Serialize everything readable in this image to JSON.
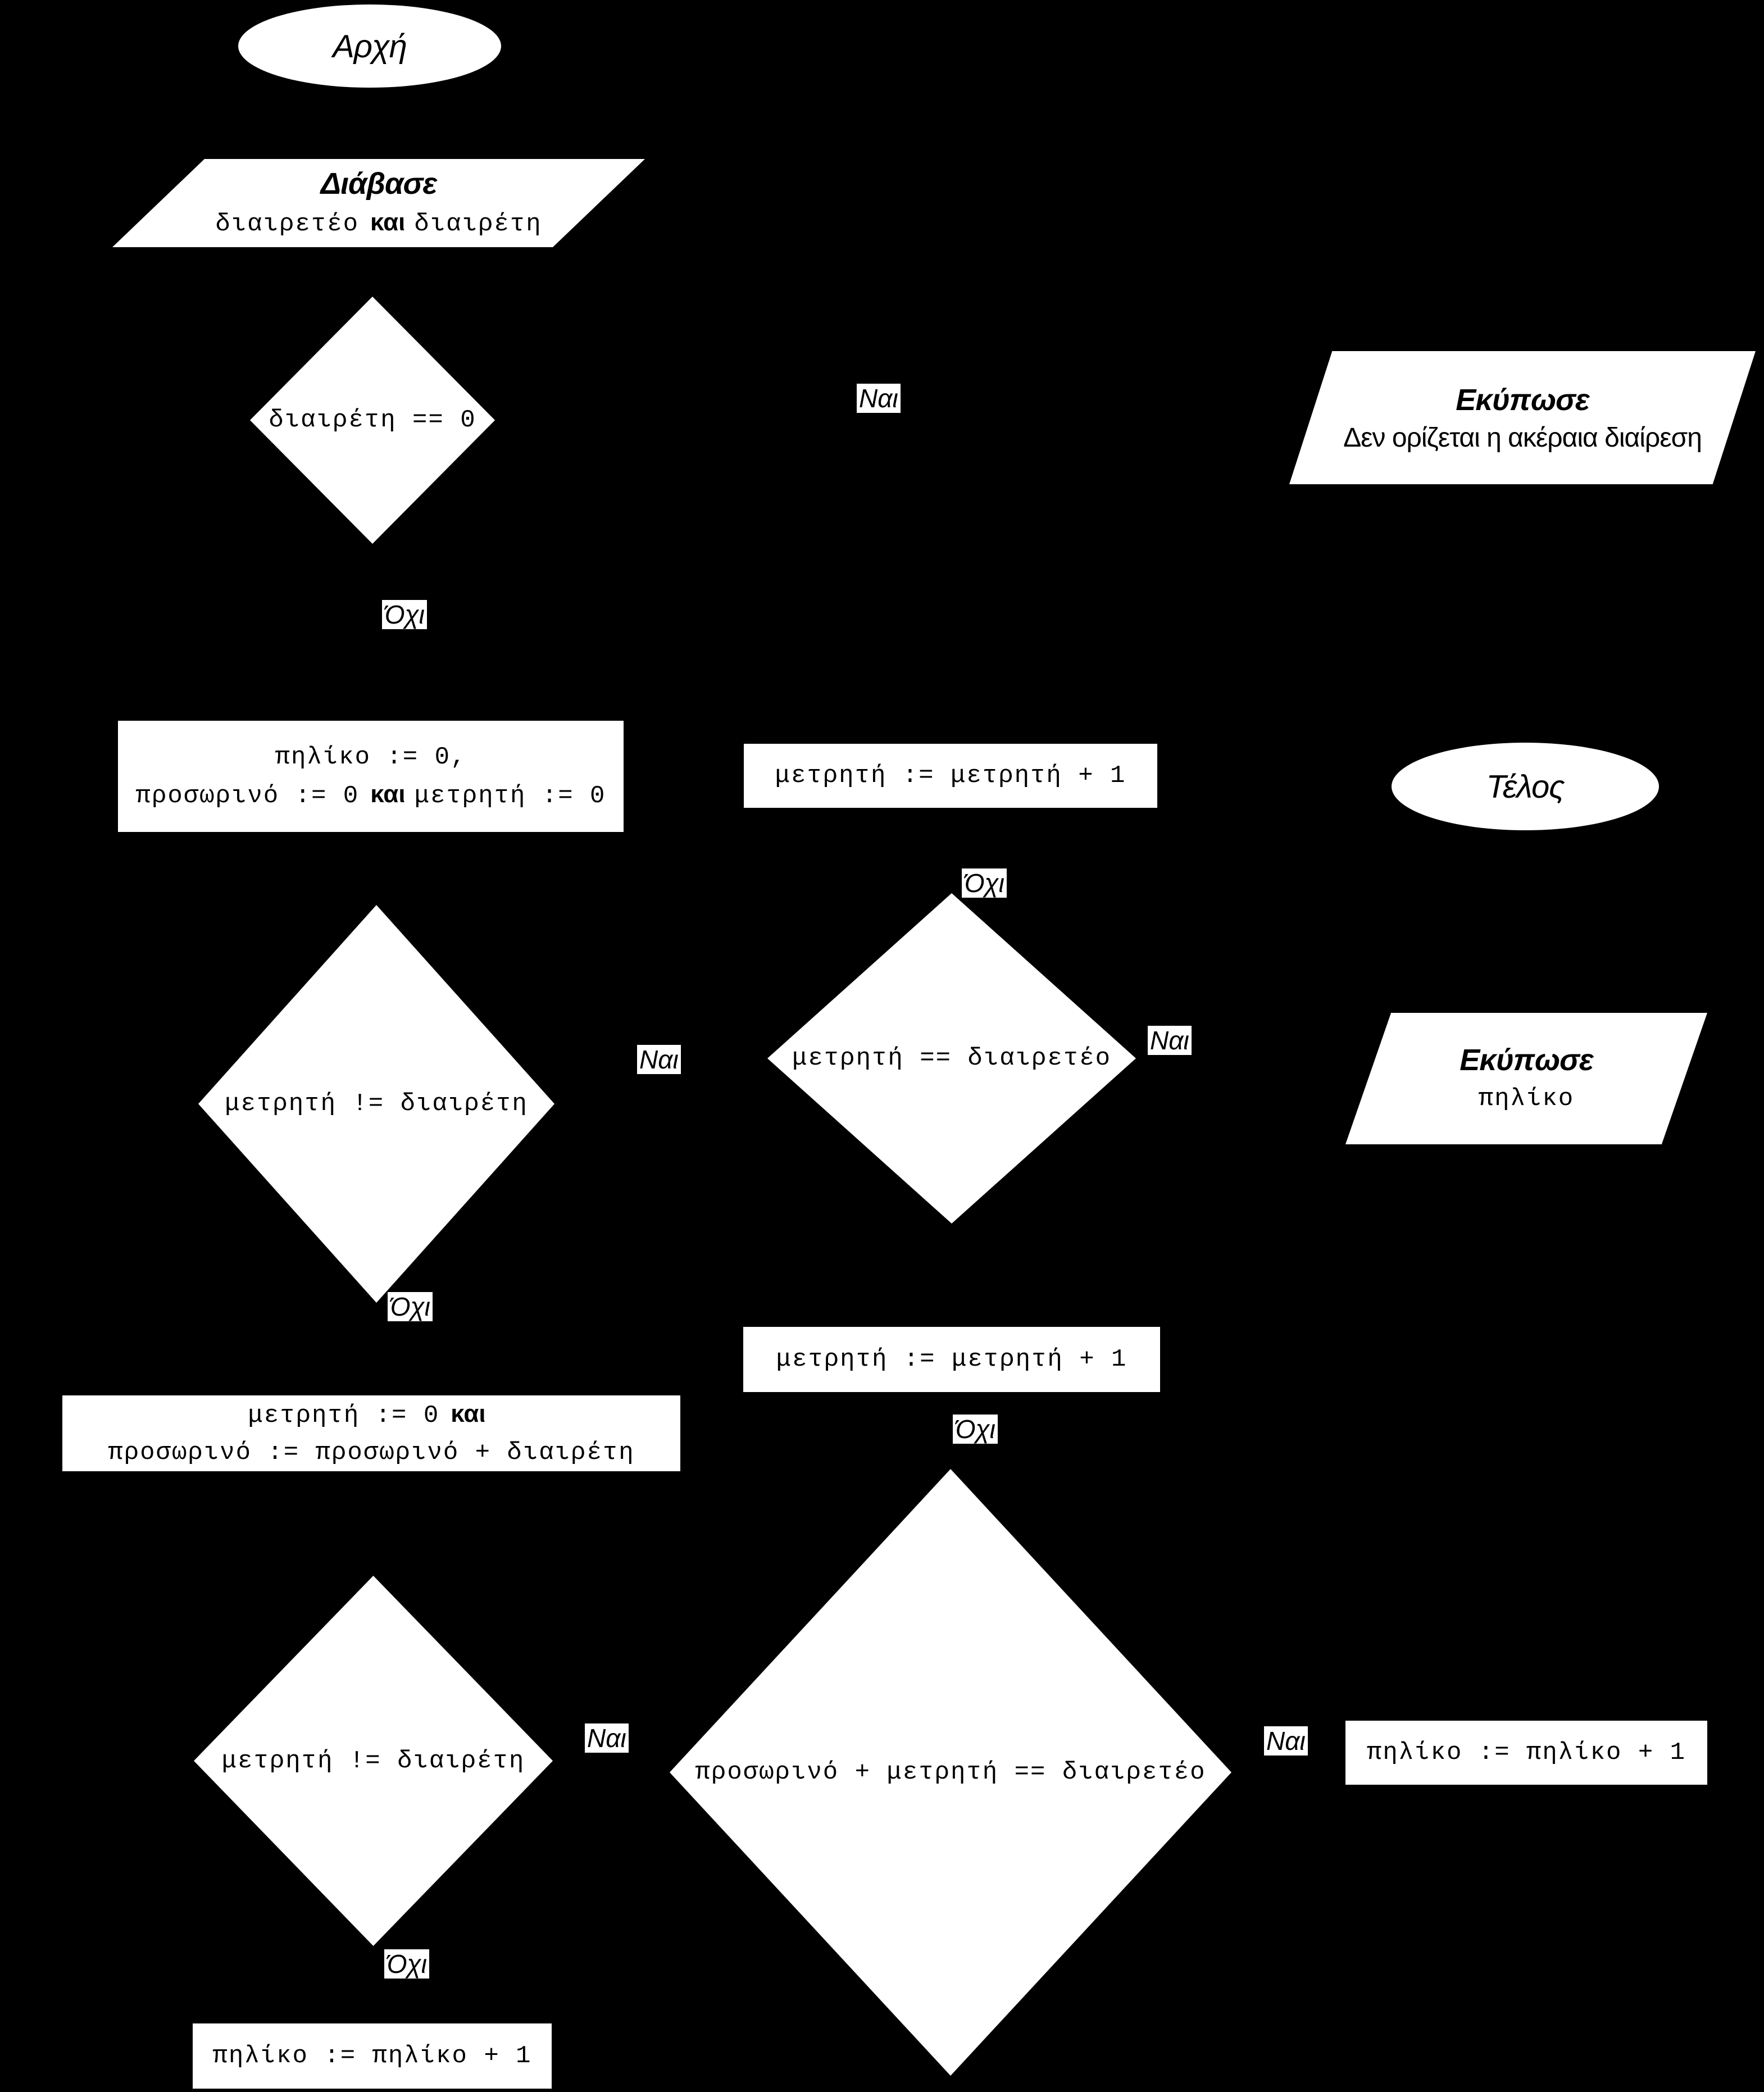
{
  "diagram": {
    "background_color": "#000000",
    "shape_fill_color": "#ffffff",
    "text_color": "#000000",
    "nodes": {
      "start": {
        "type": "terminator",
        "label": "Αρχή"
      },
      "read": {
        "type": "io",
        "title": "Διάβασε",
        "var1": "διαιρετέο",
        "conj": "και",
        "var2": "διαιρέτη"
      },
      "check_divisor_zero": {
        "type": "decision",
        "condition": "διαιρέτη == 0"
      },
      "print_undefined": {
        "type": "io",
        "title": "Εκύπωσε",
        "message": "Δεν ορίζεται η ακέραια διαίρεση"
      },
      "init": {
        "type": "process",
        "line1": "πηλίκο := 0,",
        "line2a": "προσωρινό := 0",
        "line2_conj": "και",
        "line2b": "μετρητή := 0"
      },
      "increment_counter_1": {
        "type": "process",
        "statement": "μετρητή := μετρητή + 1"
      },
      "end": {
        "type": "terminator",
        "label": "Τέλος"
      },
      "loop_counter_ne_divisor_1": {
        "type": "decision",
        "condition": "μετρητή != διαιρέτη"
      },
      "counter_eq_dividend": {
        "type": "decision",
        "condition": "μετρητή == διαιρετέο"
      },
      "print_quotient": {
        "type": "io",
        "title": "Εκύπωσε",
        "message": "πηλίκο"
      },
      "reset": {
        "type": "process",
        "line1a": "μετρητή := 0",
        "line1_conj": "και",
        "line2": "προσωρινό := προσωρινό + διαιρέτη"
      },
      "increment_counter_2": {
        "type": "process",
        "statement": "μετρητή := μετρητή + 1"
      },
      "loop_counter_ne_divisor_2": {
        "type": "decision",
        "condition": "μετρητή != διαιρέτη"
      },
      "sum_eq_dividend": {
        "type": "decision",
        "condition": "προσωρινό + μετρητή == διαιρετέο"
      },
      "increment_quotient_side": {
        "type": "process",
        "statement": "πηλίκο := πηλίκο + 1"
      },
      "increment_quotient_bottom": {
        "type": "process",
        "statement": "πηλίκο := πηλίκο + 1"
      }
    },
    "edge_labels": {
      "yes_1": "Ναι",
      "no_1": "Όχι",
      "no_2": "Όχι",
      "yes_2": "Ναι",
      "yes_3": "Ναι",
      "no_3": "Όχι",
      "no_4": "Όχι",
      "yes_4": "Ναι",
      "yes_5": "Ναι",
      "no_5": "Όχι"
    }
  }
}
